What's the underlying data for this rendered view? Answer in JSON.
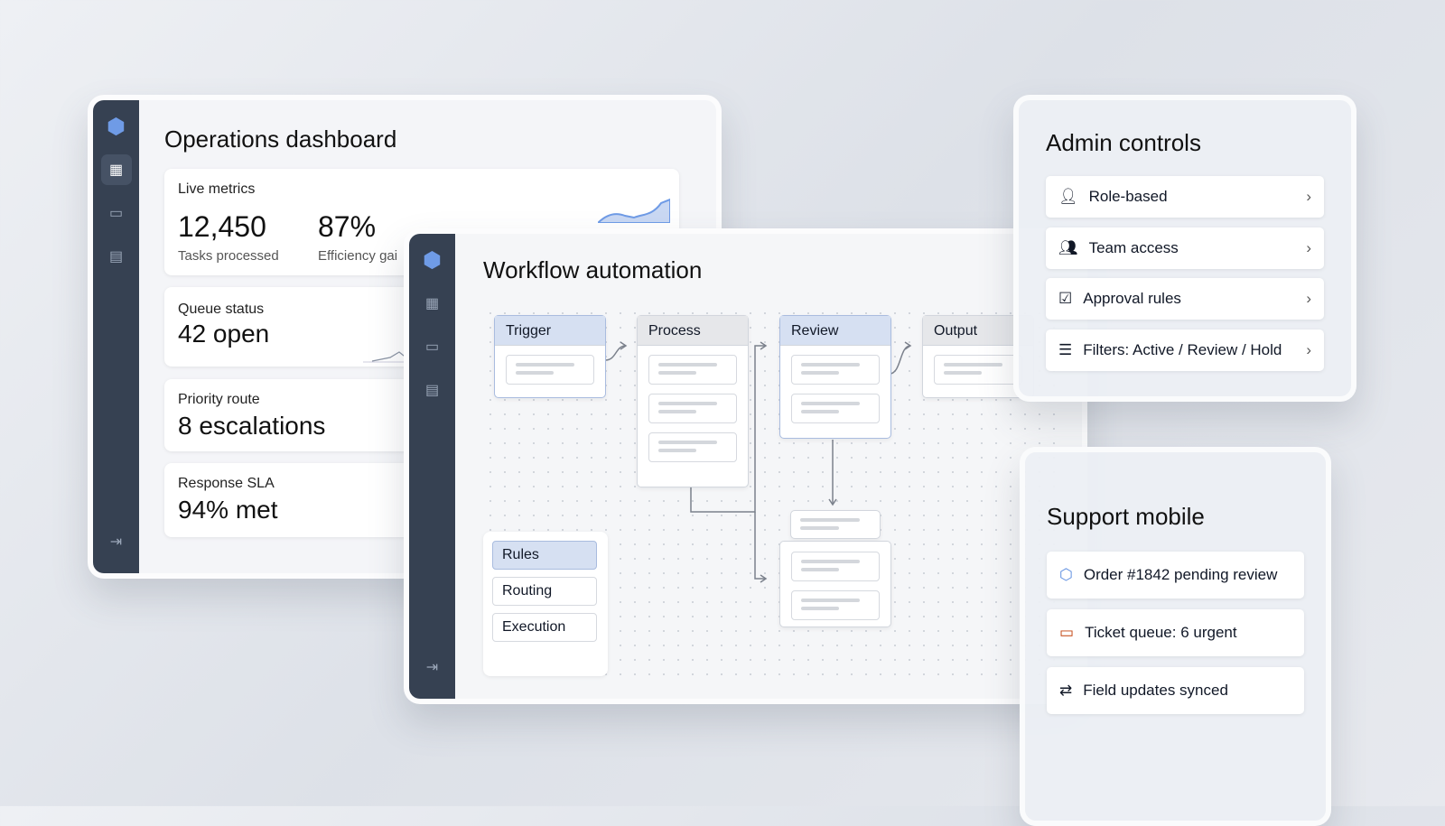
{
  "ops": {
    "title": "Operations dashboard",
    "live": {
      "label": "Live metrics",
      "tasks_value": "12,450",
      "tasks_label": "Tasks processed",
      "eff_value": "87%",
      "eff_label": "Efficiency gai"
    },
    "queue": {
      "label": "Queue status",
      "value": "42 open"
    },
    "priority": {
      "label": "Priority route",
      "value": "8 escalations"
    },
    "sla": {
      "label": "Response SLA",
      "value": "94% met"
    }
  },
  "workflow": {
    "title": "Workflow automation",
    "nodes": [
      "Trigger",
      "Process",
      "Review",
      "Output"
    ],
    "tabs": [
      "Rules",
      "Routing",
      "Execution"
    ]
  },
  "admin": {
    "title": "Admin controls",
    "items": [
      "Role-based",
      "Team access",
      "Approval rules",
      "Filters: Active / Review / Hold"
    ]
  },
  "support": {
    "title": "Support mobile",
    "items": [
      "Order #1842 pending review",
      "Ticket queue: 6 urgent",
      "Field updates synced"
    ]
  },
  "colors": {
    "sidebar": "#364152",
    "accent": "#5b8de0",
    "highlight": "#d6e0f2",
    "alert": "#c2410c"
  }
}
